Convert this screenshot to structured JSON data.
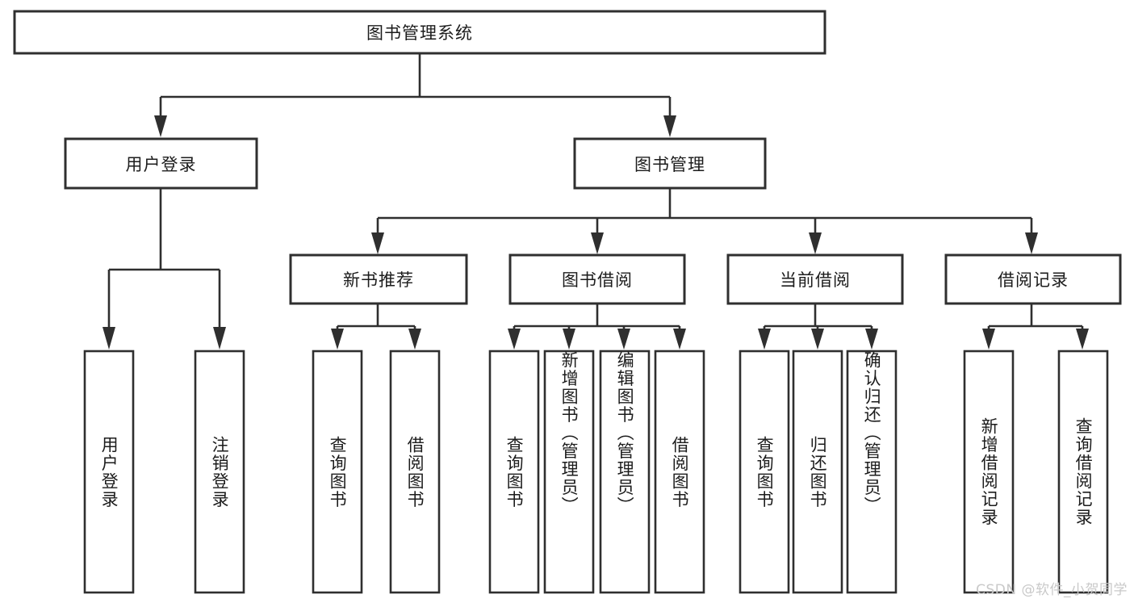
{
  "diagram": {
    "type": "tree",
    "title": "图书管理系统",
    "orientation": "top-down",
    "colors": {
      "stroke": "#2f2f2f",
      "fill": "#ffffff",
      "text": "#1c1c1c",
      "watermark": "#c9c9c9",
      "background": "#ffffff"
    },
    "root": {
      "id": "root",
      "label": "图书管理系统",
      "text_orientation": "horizontal"
    },
    "level1": [
      {
        "id": "user-login",
        "label": "用户登录",
        "text_orientation": "horizontal"
      },
      {
        "id": "book-manage",
        "label": "图书管理",
        "text_orientation": "horizontal"
      }
    ],
    "level2": [
      {
        "id": "new-book-rec",
        "label": "新书推荐",
        "parent": "book-manage",
        "text_orientation": "horizontal"
      },
      {
        "id": "book-borrow",
        "label": "图书借阅",
        "parent": "book-manage",
        "text_orientation": "horizontal"
      },
      {
        "id": "current-borrow",
        "label": "当前借阅",
        "parent": "book-manage",
        "text_orientation": "horizontal"
      },
      {
        "id": "borrow-record",
        "label": "借阅记录",
        "parent": "book-manage",
        "text_orientation": "horizontal"
      }
    ],
    "leaves": [
      {
        "id": "leaf-user-login",
        "label": "用户登录",
        "parent": "user-login",
        "text_orientation": "vertical"
      },
      {
        "id": "leaf-logout-login",
        "label": "注销登录",
        "parent": "user-login",
        "text_orientation": "vertical"
      },
      {
        "id": "leaf-query-book-rec",
        "label": "查询图书",
        "parent": "new-book-rec",
        "text_orientation": "vertical"
      },
      {
        "id": "leaf-borrow-book-rec",
        "label": "借阅图书",
        "parent": "new-book-rec",
        "text_orientation": "vertical"
      },
      {
        "id": "leaf-query-book-borrow",
        "label": "查询图书",
        "parent": "book-borrow",
        "text_orientation": "vertical"
      },
      {
        "id": "leaf-add-book-admin",
        "label": "新增图书（管理员）",
        "parent": "book-borrow",
        "text_orientation": "vertical"
      },
      {
        "id": "leaf-edit-book-admin",
        "label": "编辑图书（管理员）",
        "parent": "book-borrow",
        "text_orientation": "vertical"
      },
      {
        "id": "leaf-borrow-book",
        "label": "借阅图书",
        "parent": "book-borrow",
        "text_orientation": "vertical"
      },
      {
        "id": "leaf-query-book-current",
        "label": "查询图书",
        "parent": "current-borrow",
        "text_orientation": "vertical"
      },
      {
        "id": "leaf-return-book",
        "label": "归还图书",
        "parent": "current-borrow",
        "text_orientation": "vertical"
      },
      {
        "id": "leaf-confirm-return-admin",
        "label": "确认归还（管理员）",
        "parent": "current-borrow",
        "text_orientation": "vertical"
      },
      {
        "id": "leaf-add-borrow-record",
        "label": "新增借阅记录",
        "parent": "borrow-record",
        "text_orientation": "vertical"
      },
      {
        "id": "leaf-query-borrow-record",
        "label": "查询借阅记录",
        "parent": "borrow-record",
        "text_orientation": "vertical"
      }
    ]
  },
  "watermark": {
    "text": "CSDN @软件_小贺同学"
  }
}
